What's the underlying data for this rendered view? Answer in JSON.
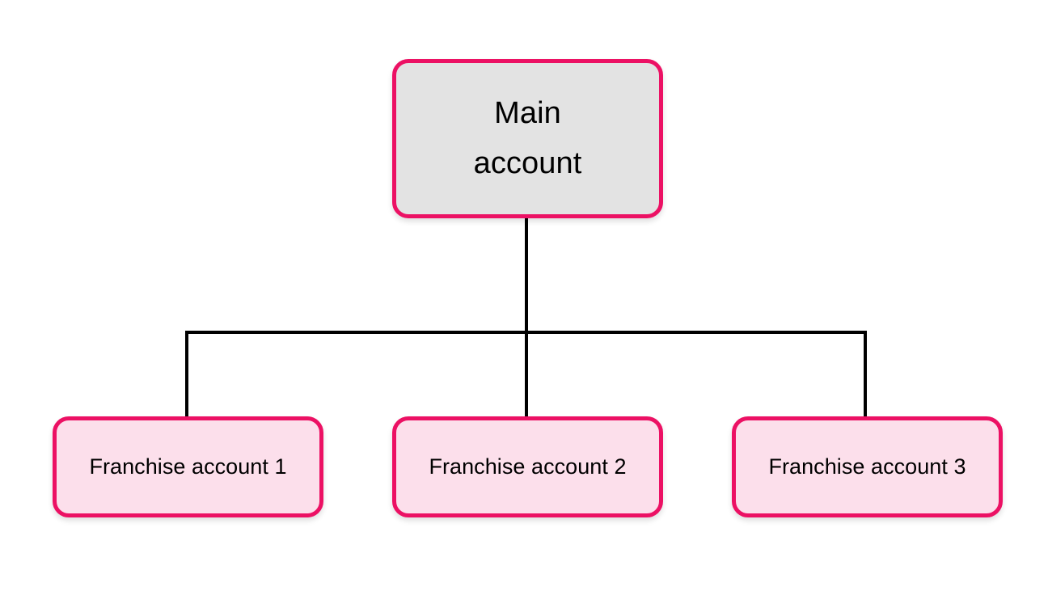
{
  "diagram": {
    "type": "organization-hierarchy",
    "background_color": "#ffffff",
    "root": {
      "id": "main-account",
      "label": "Main\naccount",
      "fill_color": "#e3e3e3",
      "border_color": "#ec1164"
    },
    "children": [
      {
        "id": "franchise-account-1",
        "label": "Franchise account 1",
        "fill_color": "#fcdfeb",
        "border_color": "#ec1164"
      },
      {
        "id": "franchise-account-2",
        "label": "Franchise account 2",
        "fill_color": "#fcdfeb",
        "border_color": "#ec1164"
      },
      {
        "id": "franchise-account-3",
        "label": "Franchise account 3",
        "fill_color": "#fcdfeb",
        "border_color": "#ec1164"
      }
    ],
    "connectors": {
      "color": "#000000",
      "stroke_width": 4,
      "style": "orthogonal"
    }
  }
}
